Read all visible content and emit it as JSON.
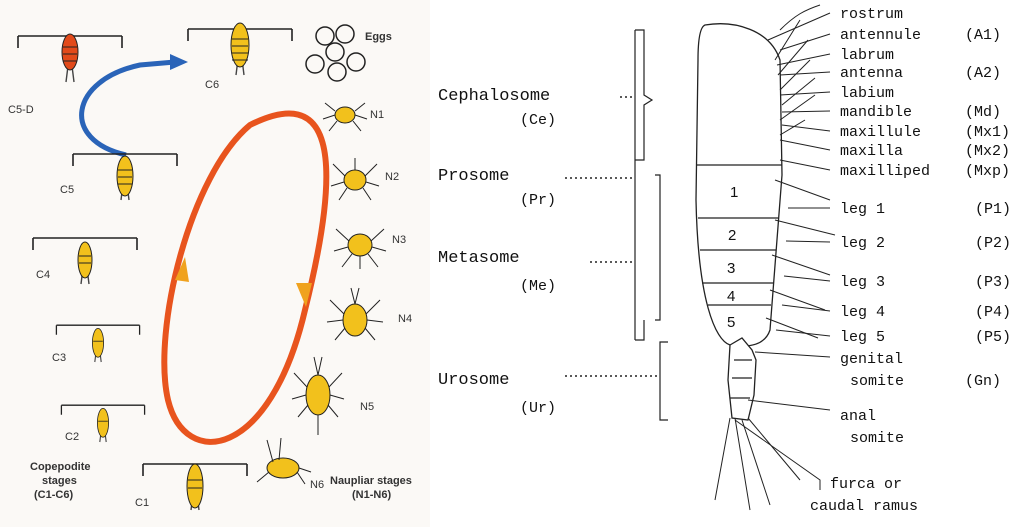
{
  "life_cycle": {
    "copepodite_labels": [
      "C1",
      "C2",
      "C3",
      "C4",
      "C5",
      "C5-D",
      "C6"
    ],
    "nauplius_labels": [
      "N1",
      "N2",
      "N3",
      "N4",
      "N5",
      "N6"
    ],
    "eggs_label": "Eggs",
    "copepodite_group": [
      "Copepodite",
      "stages",
      "(C1-C6)"
    ],
    "naupliar_group": [
      "Naupliar stages",
      "(N1-N6)"
    ],
    "colors": {
      "cycle_arrow": "#e8541e",
      "cycle_head": "#f0a21e",
      "diapause_arrow": "#2a64b8",
      "body": "#f2c11c",
      "diapause_body": "#e24a1a"
    }
  },
  "anatomy": {
    "regions": [
      {
        "name": "Cephalosome",
        "abbr": "(Ce)"
      },
      {
        "name": "Prosome",
        "abbr": "(Pr)"
      },
      {
        "name": "Metasome",
        "abbr": "(Me)"
      },
      {
        "name": "Urosome",
        "abbr": "(Ur)"
      }
    ],
    "segments": [
      "1",
      "2",
      "3",
      "4",
      "5"
    ],
    "parts": [
      {
        "name": "rostrum",
        "abbr": ""
      },
      {
        "name": "antennule",
        "abbr": "(A1)"
      },
      {
        "name": "labrum",
        "abbr": ""
      },
      {
        "name": "antenna",
        "abbr": "(A2)"
      },
      {
        "name": "labium",
        "abbr": ""
      },
      {
        "name": "mandible",
        "abbr": "(Md)"
      },
      {
        "name": "maxillule",
        "abbr": "(Mx1)"
      },
      {
        "name": "maxilla",
        "abbr": "(Mx2)"
      },
      {
        "name": "maxilliped",
        "abbr": "(Mxp)"
      },
      {
        "name": "leg 1",
        "abbr": "(P1)"
      },
      {
        "name": "leg 2",
        "abbr": "(P2)"
      },
      {
        "name": "leg 3",
        "abbr": "(P3)"
      },
      {
        "name": "leg 4",
        "abbr": "(P4)"
      },
      {
        "name": "leg 5",
        "abbr": "(P5)"
      },
      {
        "name": "genital",
        "name2": "somite",
        "abbr": "(Gn)"
      },
      {
        "name": "anal",
        "name2": "somite",
        "abbr": ""
      },
      {
        "name": "furca or",
        "name2": "caudal ramus",
        "abbr": ""
      }
    ]
  }
}
